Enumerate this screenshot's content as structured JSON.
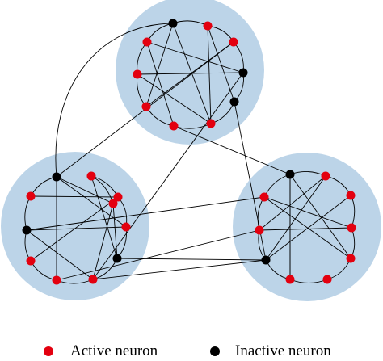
{
  "colors": {
    "cluster_fill": "#bcd4e8",
    "active": "#e3000f",
    "inactive": "#000000",
    "edge": "#000000"
  },
  "legend": {
    "active_label": "Active neuron",
    "inactive_label": "Inactive neuron"
  },
  "clusters": [
    {
      "id": "top",
      "neurons": [
        {
          "id": "T0",
          "state": "inactive"
        },
        {
          "id": "T1",
          "state": "active"
        },
        {
          "id": "T2",
          "state": "active"
        },
        {
          "id": "T3",
          "state": "active"
        },
        {
          "id": "T4",
          "state": "active"
        },
        {
          "id": "T5",
          "state": "active"
        },
        {
          "id": "T6",
          "state": "inactive"
        },
        {
          "id": "T7",
          "state": "inactive"
        },
        {
          "id": "T8",
          "state": "active"
        },
        {
          "id": "T9",
          "state": "active"
        }
      ]
    },
    {
      "id": "left",
      "neurons": [
        {
          "id": "L0",
          "state": "inactive"
        },
        {
          "id": "L1",
          "state": "active"
        },
        {
          "id": "L2",
          "state": "inactive"
        },
        {
          "id": "L3",
          "state": "active"
        },
        {
          "id": "L4",
          "state": "active"
        },
        {
          "id": "L5",
          "state": "active"
        },
        {
          "id": "L6",
          "state": "inactive"
        },
        {
          "id": "L7",
          "state": "active"
        },
        {
          "id": "L8",
          "state": "active"
        },
        {
          "id": "L9",
          "state": "active"
        },
        {
          "id": "L10",
          "state": "active"
        }
      ]
    },
    {
      "id": "right",
      "neurons": [
        {
          "id": "R0",
          "state": "inactive"
        },
        {
          "id": "R1",
          "state": "active"
        },
        {
          "id": "R2",
          "state": "active"
        },
        {
          "id": "R3",
          "state": "active"
        },
        {
          "id": "R4",
          "state": "active"
        },
        {
          "id": "R5",
          "state": "active"
        },
        {
          "id": "R6",
          "state": "active"
        },
        {
          "id": "R7",
          "state": "inactive"
        },
        {
          "id": "R8",
          "state": "active"
        },
        {
          "id": "R9",
          "state": "active"
        }
      ]
    }
  ],
  "links": [
    [
      "T0",
      "T1"
    ],
    [
      "T1",
      "T2"
    ],
    [
      "T2",
      "T3"
    ],
    [
      "T3",
      "T4"
    ],
    [
      "T4",
      "T5"
    ],
    [
      "T5",
      "T6"
    ],
    [
      "T6",
      "T7"
    ],
    [
      "T7",
      "T8"
    ],
    [
      "T8",
      "T9"
    ],
    [
      "T9",
      "T0"
    ],
    [
      "T0",
      "T5"
    ],
    [
      "T0",
      "T3"
    ],
    [
      "T9",
      "T5"
    ],
    [
      "T9",
      "T6"
    ],
    [
      "T1",
      "T4"
    ],
    [
      "T1",
      "T7"
    ],
    [
      "T2",
      "T7"
    ],
    [
      "T8",
      "T3"
    ],
    [
      "T2",
      "T5"
    ],
    [
      "L0",
      "L1"
    ],
    [
      "L1",
      "L2"
    ],
    [
      "L2",
      "L3"
    ],
    [
      "L3",
      "L4"
    ],
    [
      "L4",
      "L5"
    ],
    [
      "L5",
      "L6"
    ],
    [
      "L6",
      "L7"
    ],
    [
      "L7",
      "L8"
    ],
    [
      "L8",
      "L9"
    ],
    [
      "L9",
      "L10"
    ],
    [
      "L10",
      "L0"
    ],
    [
      "L0",
      "L4"
    ],
    [
      "L0",
      "L7"
    ],
    [
      "L10",
      "L6"
    ],
    [
      "L10",
      "L5"
    ],
    [
      "L9",
      "L6"
    ],
    [
      "L8",
      "L3"
    ],
    [
      "L2",
      "L7"
    ],
    [
      "L2",
      "L5"
    ],
    [
      "L1",
      "L8"
    ],
    [
      "R0",
      "R1"
    ],
    [
      "R1",
      "R2"
    ],
    [
      "R2",
      "R3"
    ],
    [
      "R3",
      "R4"
    ],
    [
      "R4",
      "R5"
    ],
    [
      "R5",
      "R6"
    ],
    [
      "R6",
      "R7"
    ],
    [
      "R7",
      "R8"
    ],
    [
      "R8",
      "R9"
    ],
    [
      "R9",
      "R0"
    ],
    [
      "R0",
      "R4"
    ],
    [
      "R0",
      "R6"
    ],
    [
      "R1",
      "R7"
    ],
    [
      "R1",
      "R8"
    ],
    [
      "R9",
      "R4"
    ],
    [
      "R9",
      "R3"
    ],
    [
      "R2",
      "R7"
    ],
    [
      "R8",
      "R3"
    ],
    [
      "R6",
      "R0"
    ],
    [
      "T8",
      "L0"
    ],
    [
      "T7",
      "L5"
    ],
    [
      "T6",
      "R7"
    ],
    [
      "T4",
      "R0"
    ],
    [
      "L2",
      "R9"
    ],
    [
      "L6",
      "R7"
    ],
    [
      "L4",
      "R8"
    ],
    [
      "L5",
      "R7"
    ]
  ],
  "long_arcs": [
    [
      "T0",
      "L0"
    ]
  ]
}
